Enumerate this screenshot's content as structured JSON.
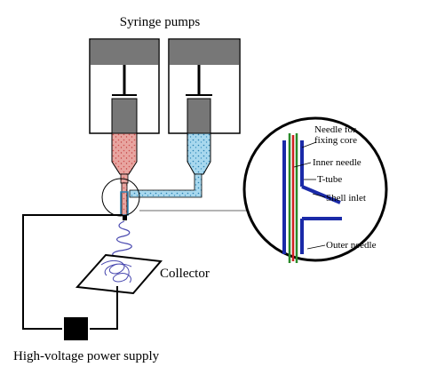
{
  "labels": {
    "title": "Syringe pumps",
    "needle_line1": "Needle for",
    "needle_line2": "fixing core",
    "inner_needle": "Inner needle",
    "t_tube": "T-tube",
    "shell_inlet": "Shell inlet",
    "outer_needle": "Outer needle",
    "collector": "Collector",
    "power_supply": "High-voltage power supply"
  },
  "colors": {
    "core_fluid": "#e8a5a0",
    "core_dots": "#d05050",
    "shell_fluid": "#a8d8ee",
    "shell_dots": "#2a80b0",
    "pump_cap": "#777777",
    "plunger": "#777777",
    "inner_needle": "#d02020",
    "outer_needle": "#1a2aa8",
    "core_needle": "#2a8a2a",
    "fiber": "#4a4ab0"
  }
}
